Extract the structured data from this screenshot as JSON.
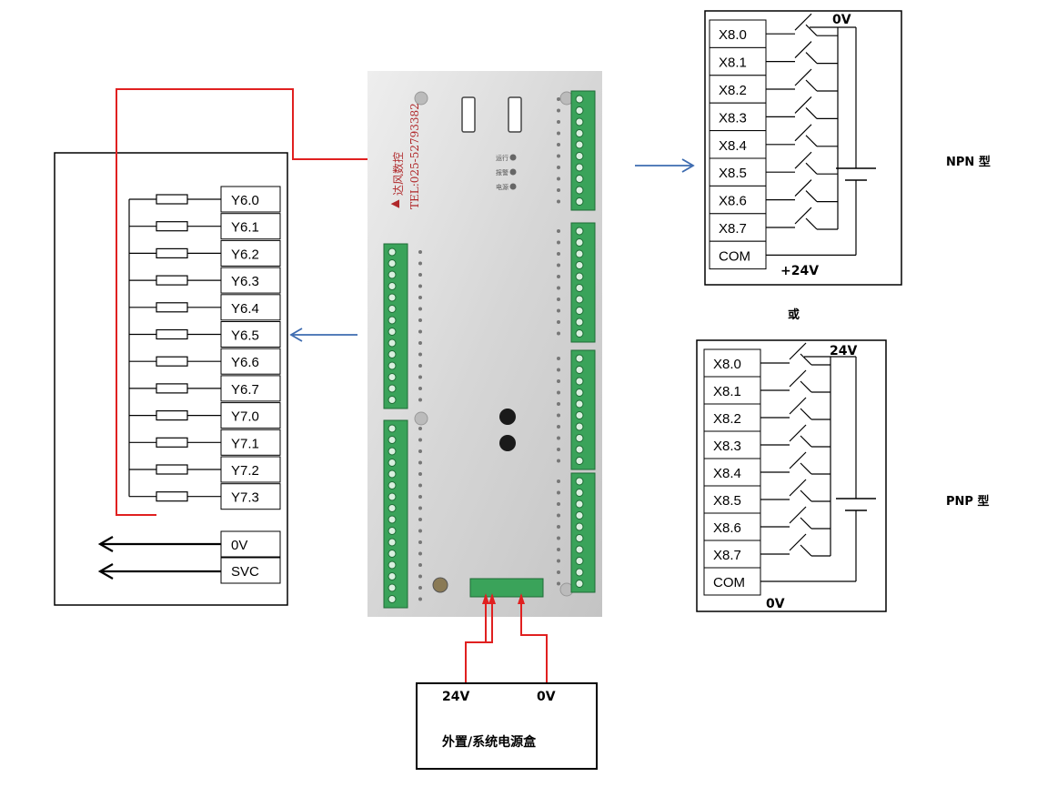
{
  "output_module": {
    "labels": [
      "Y6.0",
      "Y6.1",
      "Y6.2",
      "Y6.3",
      "Y6.4",
      "Y6.5",
      "Y6.6",
      "Y6.7",
      "Y7.0",
      "Y7.1",
      "Y7.2",
      "Y7.3"
    ],
    "ov_label": "0V",
    "svc_label": "SVC"
  },
  "npn_module": {
    "inputs": [
      "X8.0",
      "X8.1",
      "X8.2",
      "X8.3",
      "X8.4",
      "X8.5",
      "X8.6",
      "X8.7"
    ],
    "com_label": "COM",
    "top_voltage": "0V",
    "bottom_voltage": "+24V",
    "type_label": "NPN 型"
  },
  "or_label": "或",
  "pnp_module": {
    "inputs": [
      "X8.0",
      "X8.1",
      "X8.2",
      "X8.3",
      "X8.4",
      "X8.5",
      "X8.6",
      "X8.7"
    ],
    "com_label": "COM",
    "top_voltage": "24V",
    "bottom_voltage": "0V",
    "type_label": "PNP 型"
  },
  "power_box": {
    "left_voltage": "24V",
    "right_voltage": "0V",
    "title": "外置/系统电源盒"
  },
  "controller": {
    "brand": "达风数控",
    "phone": "TEL:025-52793382",
    "status_labels": [
      "运行",
      "报警",
      "电源"
    ]
  },
  "colors": {
    "wire_red": "#e02020",
    "arrow_blue": "#3d6bb0",
    "terminal_green": "#3aa35a",
    "panel_gray": "#d9d9d9"
  }
}
